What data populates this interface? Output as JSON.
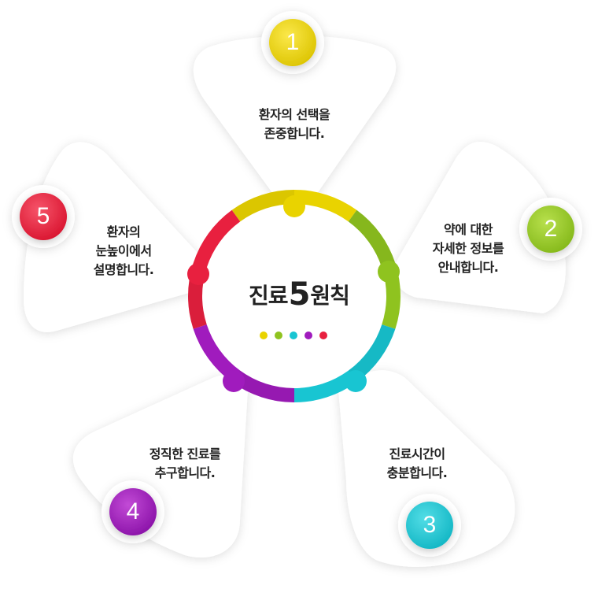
{
  "center": {
    "pre": "진료",
    "num": "5",
    "post": "원칙"
  },
  "colors": {
    "yellow": "#e9d300",
    "green": "#8fc31f",
    "cyan": "#18c5d2",
    "purple": "#a01bbd",
    "red": "#e8203f"
  },
  "dots": [
    "#e9d300",
    "#8fc31f",
    "#18c5d2",
    "#a01bbd",
    "#e8203f"
  ],
  "principles": [
    {
      "num": "1",
      "lines": [
        "환자의 선택을",
        "존중합니다."
      ],
      "color": "yellow"
    },
    {
      "num": "2",
      "lines": [
        "약에 대한",
        "자세한 정보를",
        "안내합니다."
      ],
      "color": "green"
    },
    {
      "num": "3",
      "lines": [
        "진료시간이",
        "충분합니다."
      ],
      "color": "cyan"
    },
    {
      "num": "4",
      "lines": [
        "정직한 진료를",
        "추구합니다."
      ],
      "color": "purple"
    },
    {
      "num": "5",
      "lines": [
        "환자의",
        "눈높이에서",
        "설명합니다."
      ],
      "color": "red"
    }
  ]
}
